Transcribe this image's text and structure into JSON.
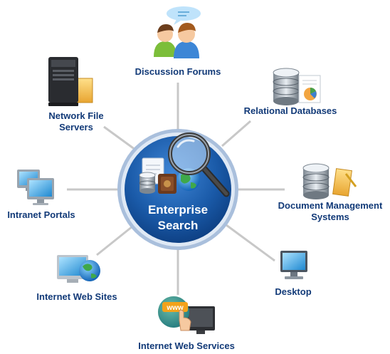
{
  "center": {
    "line1": "Enterprise",
    "line2": "Search",
    "icons": [
      "database-icon",
      "document-icon",
      "book-icon",
      "globe-icon",
      "magnifier-icon"
    ]
  },
  "nodes": [
    {
      "id": "discussion-forums",
      "label": "Discussion Forums",
      "icon": "people-chat-icon"
    },
    {
      "id": "relational-databases",
      "label": "Relational Databases",
      "icon": "database-chart-icon"
    },
    {
      "id": "document-management",
      "label_line1": "Document Management",
      "label_line2": "Systems",
      "icon": "database-folder-icon"
    },
    {
      "id": "desktop",
      "label": "Desktop",
      "icon": "monitor-icon"
    },
    {
      "id": "internet-web-services",
      "label": "Internet Web Services",
      "icon": "www-monitor-icon"
    },
    {
      "id": "internet-web-sites",
      "label": "Internet Web Sites",
      "icon": "monitor-globe-icon"
    },
    {
      "id": "intranet-portals",
      "label": "Intranet Portals",
      "icon": "two-monitors-icon"
    },
    {
      "id": "network-file-servers",
      "label_line1": "Network File",
      "label_line2": "Servers",
      "icon": "server-folder-icon"
    }
  ],
  "colors": {
    "hub_outer": "#9fb6d6",
    "hub_inner": "#1a5aa8",
    "hub_dark": "#0c3c7e",
    "spoke": "#c8c8c8",
    "label": "#123a78"
  }
}
